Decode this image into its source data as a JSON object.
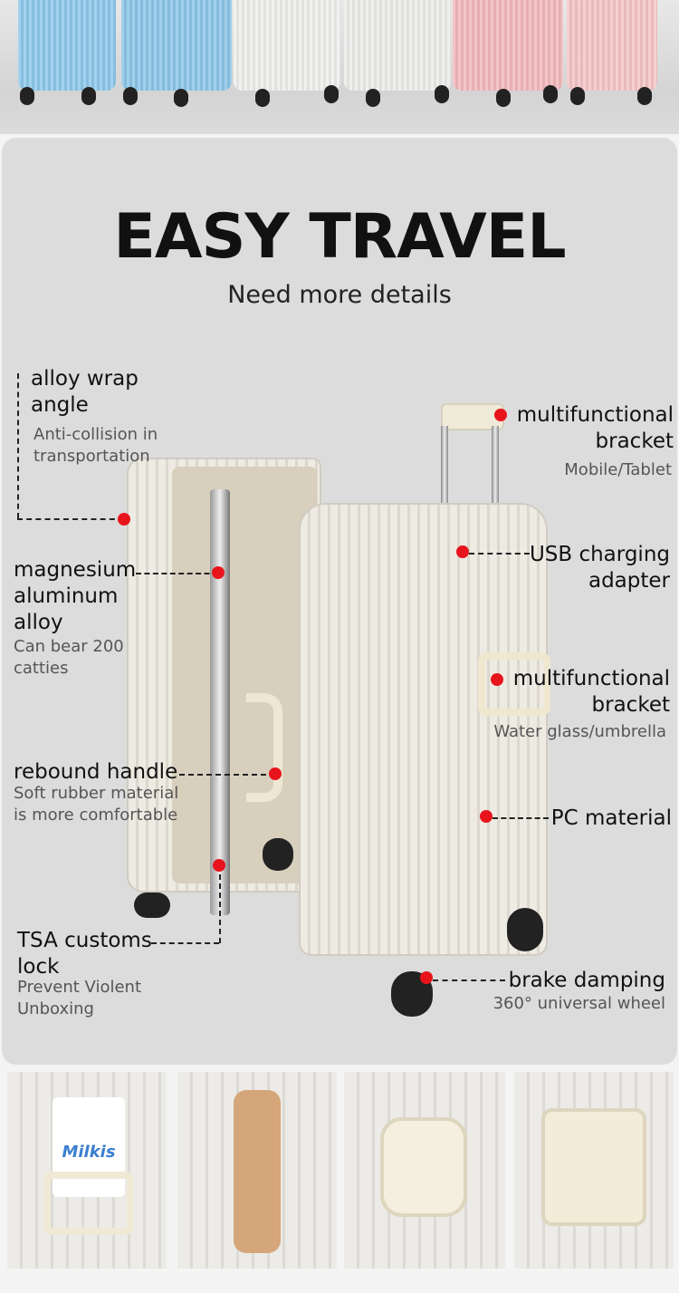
{
  "hero": {
    "title": "EASY TRAVEL",
    "subtitle": "Need more details"
  },
  "colors": {
    "accent_dot": "#e8141c",
    "panel": "#dcdcdc",
    "suitcase_colors": [
      "#8ec8ea",
      "#8ec8ea",
      "#eeeeec",
      "#eeeeec",
      "#f2b8bc",
      "#f2b8bc"
    ]
  },
  "features": [
    {
      "title": "alloy wrap angle",
      "desc": "Anti-collision in transportation"
    },
    {
      "title": "multifunctional bracket",
      "desc": "Mobile/Tablet"
    },
    {
      "title": "magnesium aluminum alloy",
      "desc": "Can bear 200 catties"
    },
    {
      "title": "USB charging adapter",
      "desc": ""
    },
    {
      "title": "multifunctional bracket",
      "desc": "Water glass/umbrella"
    },
    {
      "title": "rebound handle",
      "desc": "Soft rubber material is more comfortable"
    },
    {
      "title": "PC material",
      "desc": ""
    },
    {
      "title": "TSA customs lock",
      "desc": "Prevent Violent Unboxing"
    },
    {
      "title": "brake damping",
      "desc": "360° universal wheel"
    }
  ],
  "cup_brand": "Milkis"
}
